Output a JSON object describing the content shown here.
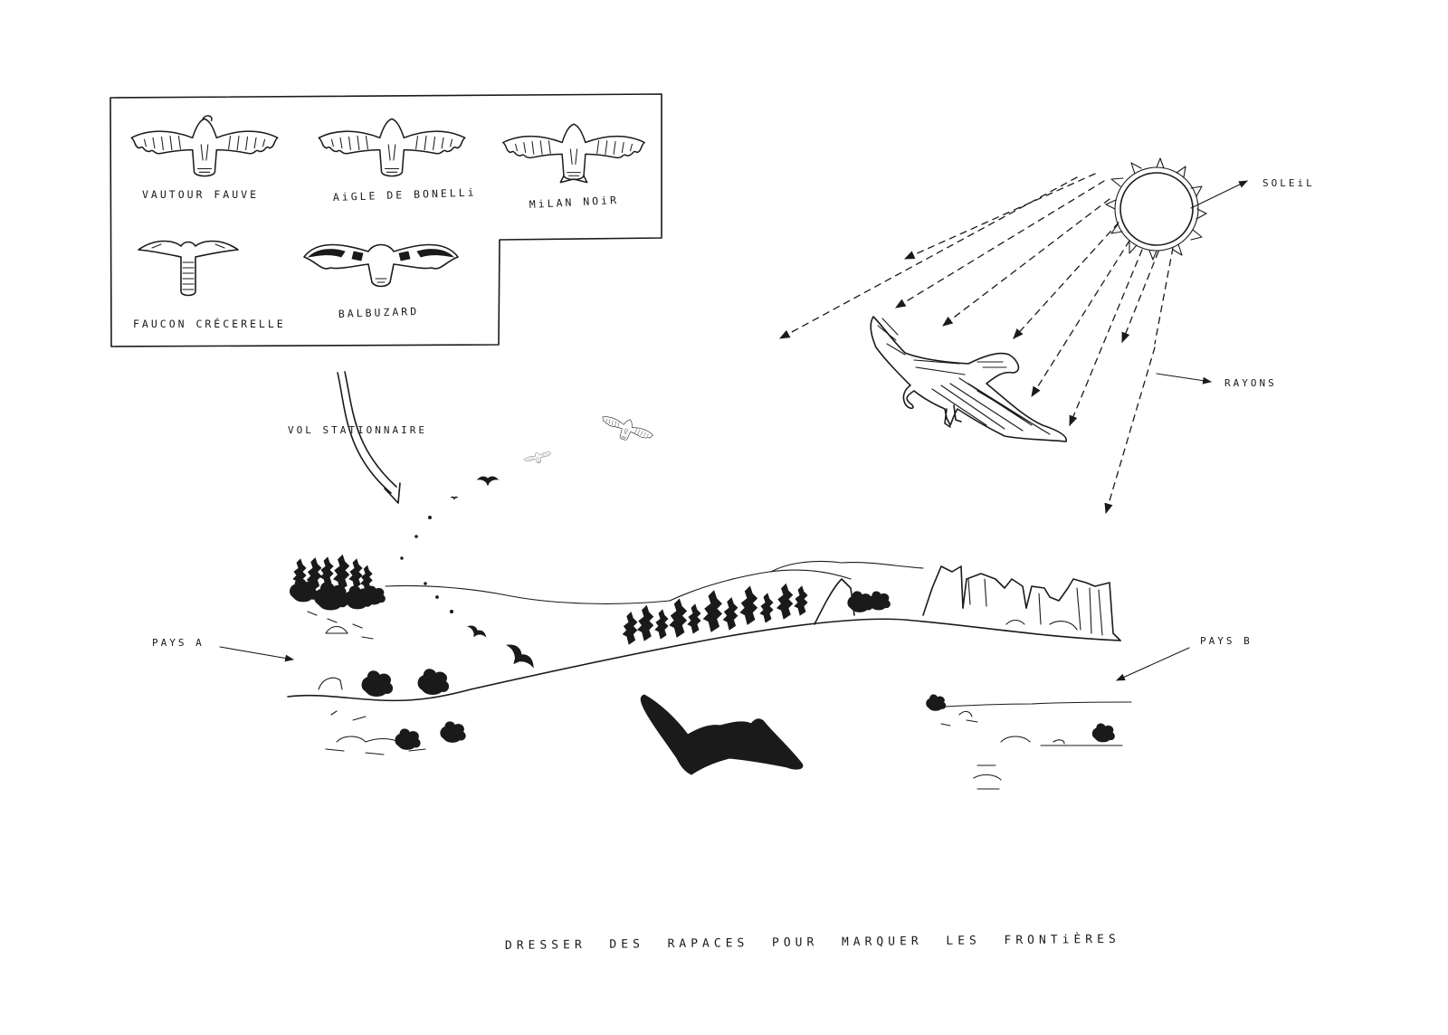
{
  "legend": {
    "birds": [
      {
        "label": "VAUTOUR FAUVE",
        "icon": "griffon-vulture-icon"
      },
      {
        "label": "AiGLE DE BONELLi",
        "icon": "bonellis-eagle-icon"
      },
      {
        "label": "MiLAN NOiR",
        "icon": "black-kite-icon"
      },
      {
        "label": "FAUCON CRÉCERELLE",
        "icon": "kestrel-icon"
      },
      {
        "label": "BALBUZARD",
        "icon": "osprey-icon"
      }
    ]
  },
  "labels": {
    "hover": "VOL STATIONNAIRE",
    "sun": "SOLEiL",
    "rays": "RAYONS",
    "country_a": "PAYS A",
    "country_b": "PAYS B"
  },
  "caption": "DRESSER  DES  RAPACES  POUR  MARQUER  LES  FRONTiÈRES",
  "colors": {
    "ink": "#1a1a1a",
    "paper": "#ffffff"
  }
}
